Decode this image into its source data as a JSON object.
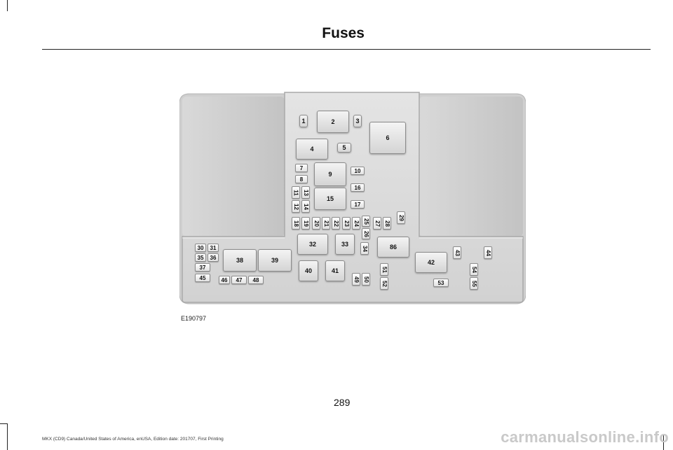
{
  "header": {
    "title": "Fuses"
  },
  "figure": {
    "image_code": "E190797",
    "relays": [
      "1",
      "2",
      "3",
      "4",
      "5",
      "6",
      "9",
      "15",
      "32",
      "33",
      "38",
      "39",
      "40",
      "41",
      "42",
      "86"
    ],
    "fuses": [
      "7",
      "8",
      "10",
      "11",
      "12",
      "13",
      "14",
      "16",
      "17",
      "18",
      "19",
      "20",
      "21",
      "22",
      "23",
      "24",
      "25",
      "26",
      "27",
      "28",
      "29",
      "30",
      "31",
      "34",
      "35",
      "36",
      "37",
      "43",
      "44",
      "45",
      "46",
      "47",
      "48",
      "49",
      "50",
      "51",
      "52",
      "53",
      "54",
      "55"
    ]
  },
  "page": {
    "number": "289"
  },
  "footer": {
    "text": "MKX (CD9) Canada/United States of America, enUSA, Edition date: 201707, First Printing"
  },
  "watermark": {
    "text": "carmanualsonline.info"
  }
}
